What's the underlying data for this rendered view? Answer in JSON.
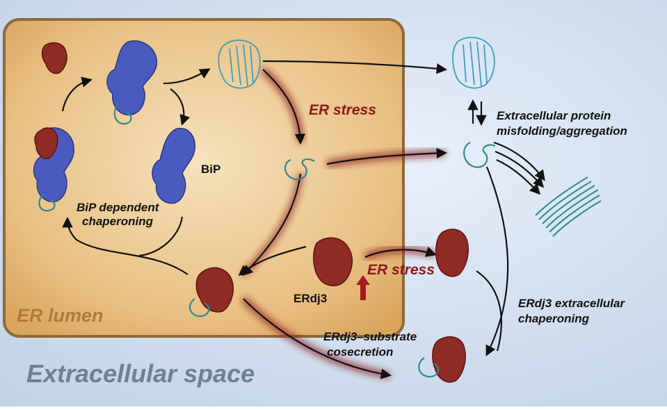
{
  "labels": {
    "bip": "BiP",
    "bip_chaperoning_1": "BiP dependent",
    "bip_chaperoning_2": "chaperoning",
    "er_stress_top": "ER stress",
    "er_stress_mid": "ER stress",
    "erdj3": "ERdj3",
    "extracellular_misfolding_1": "Extracellular protein",
    "extracellular_misfolding_2": "misfolding/aggregation",
    "erdj3_extracellular_1": "ERdj3 extracellular",
    "erdj3_extracellular_2": "chaperoning",
    "cosecretion_1": "ERdj3–substrate",
    "cosecretion_2": "cosecretion",
    "er_lumen": "ER lumen",
    "extracellular_space": "Extracellular space"
  },
  "colors": {
    "er_fill": "#e7b97a",
    "er_border": "#8c6a3a",
    "bip": "#4a5bc0",
    "erdj3": "#8f2a24",
    "substrate": "#2f8a8c",
    "glow": "#8b1a1a"
  }
}
